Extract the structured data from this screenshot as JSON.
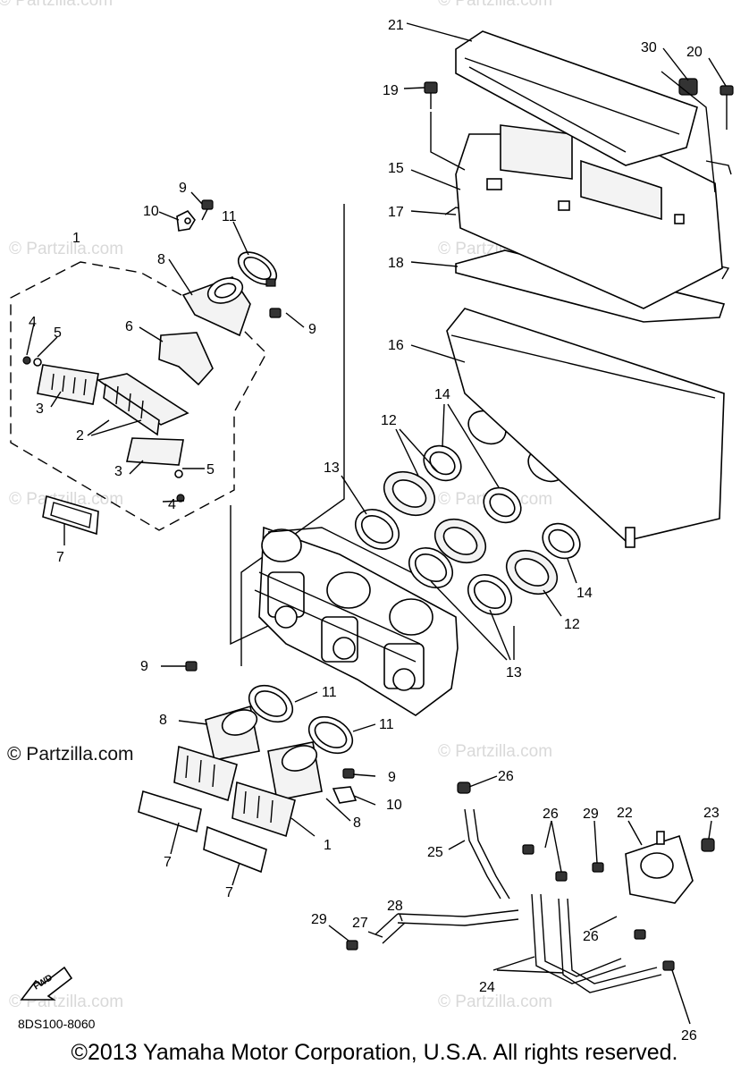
{
  "watermarks": {
    "text": "© Partzilla.com",
    "strong_text": "© Partzilla.com"
  },
  "diagram_code": "8DS100-8060",
  "copyright": "©2013  Yamaha Motor Corporation, U.S.A. All rights reserved.",
  "fwd_label": "FWD",
  "callouts": [
    "1",
    "2",
    "3",
    "4",
    "5",
    "6",
    "7",
    "8",
    "9",
    "10",
    "11",
    "12",
    "13",
    "14",
    "15",
    "16",
    "17",
    "18",
    "19",
    "20",
    "21",
    "22",
    "23",
    "24",
    "25",
    "26",
    "27",
    "28",
    "29",
    "30"
  ]
}
